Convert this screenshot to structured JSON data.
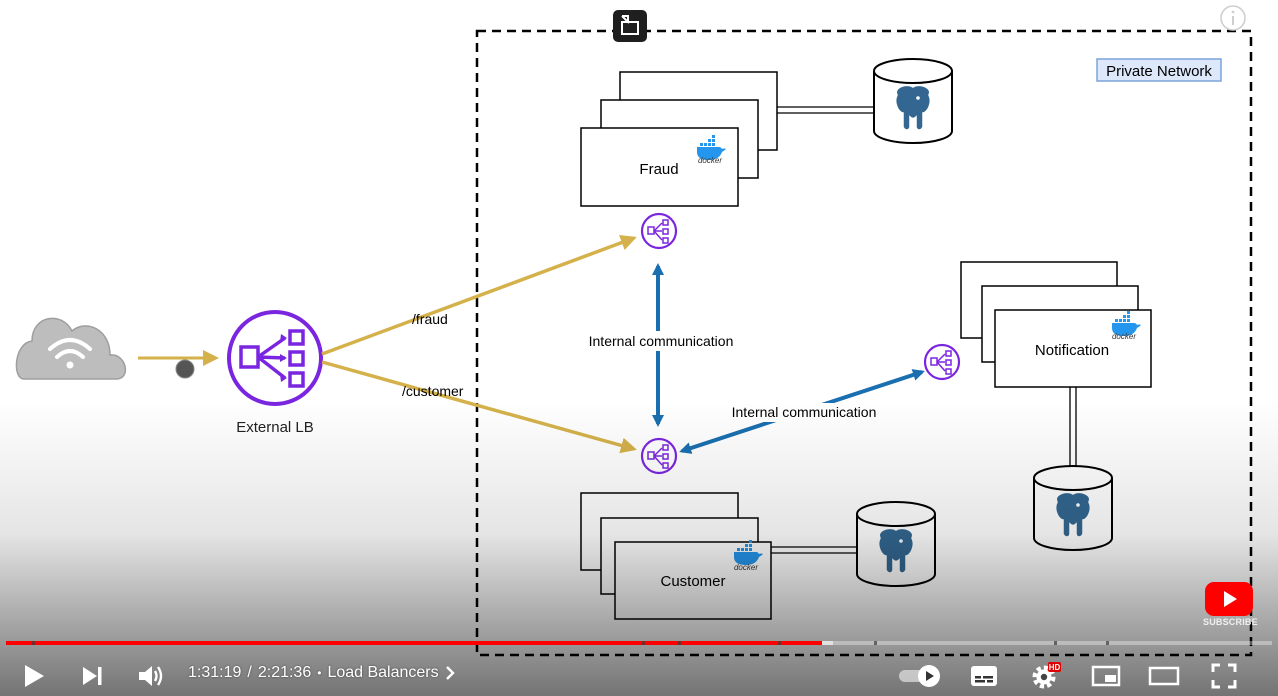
{
  "diagram": {
    "private_network_label": "Private Network",
    "external_lb_label": "External LB",
    "fraud_route": "/fraud",
    "customer_route": "/customer",
    "internal_comm_vertical": "Internal communication",
    "internal_comm_diagonal": "Internal communication",
    "fraud_service": "Fraud",
    "customer_service": "Customer",
    "notification_service": "Notification",
    "docker_label": "docker",
    "colors": {
      "route_arrow": "#d4b14a",
      "internal_arrow": "#1a6fb0",
      "lb_purple": "#7a26e0",
      "private_network_fill": "#dde8fb",
      "postgres_blue": "#336791"
    }
  },
  "player": {
    "current_time": "1:31:19",
    "separator": "/",
    "duration": "2:21:36",
    "bullet": "•",
    "chapter_title": "Load Balancers",
    "progress_played_fraction": 0.6449,
    "progress_buffered_fraction": 0.6535,
    "hd_badge": "HD",
    "subscribe_label": "SUBSCRIBE",
    "icons": [
      "play-icon",
      "next-icon",
      "volume-icon",
      "autoplay-toggle-icon",
      "subtitles-icon",
      "settings-icon",
      "miniplayer-icon",
      "theater-mode-icon",
      "fullscreen-icon",
      "info-icon",
      "exit-pip-icon"
    ]
  }
}
